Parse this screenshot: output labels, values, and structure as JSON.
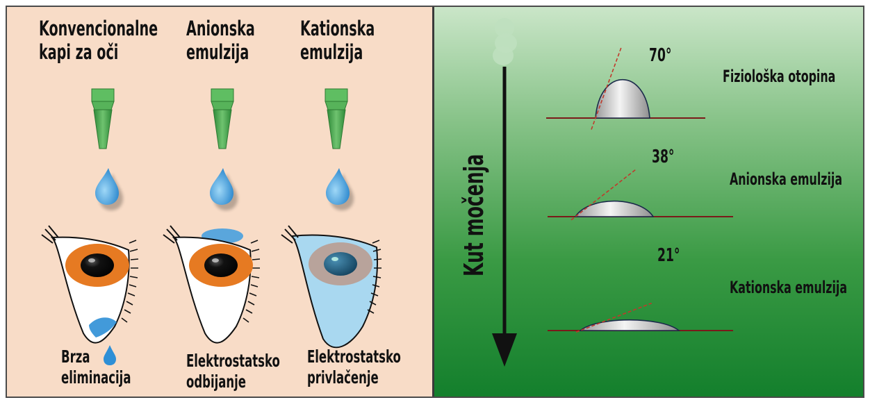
{
  "left": {
    "columns": [
      {
        "title_line1": "Konvencionalne",
        "title_line2": "kapi za oči",
        "caption_line1": "Brza",
        "caption_line2": "eliminacija"
      },
      {
        "title_line1": "Anionska",
        "title_line2": "emulzija",
        "caption_line1": "Elektrostatsko",
        "caption_line2": "odbijanje"
      },
      {
        "title_line1": "Kationska",
        "title_line2": "emulzija",
        "caption_line1": "Elektrostatsko",
        "caption_line2": "privlačenje"
      }
    ]
  },
  "right": {
    "axis_label": "Kut močenja",
    "drops": [
      {
        "angle": "70°",
        "label": "Fiziološka otopina",
        "angle_value": 70
      },
      {
        "angle": "38°",
        "label": "Anionska emulzija",
        "angle_value": 38
      },
      {
        "angle": "21°",
        "label": "Kationska emulzija",
        "angle_value": 21
      }
    ]
  },
  "colors": {
    "left_background": "#f8dcc7",
    "dropper": "#4caf50",
    "drop": "#2e8fd6",
    "iris": "#e67a22",
    "cationic_film": "#a9d8f0",
    "baseline": "#7a1a1a",
    "tangent": "#c0392b"
  }
}
